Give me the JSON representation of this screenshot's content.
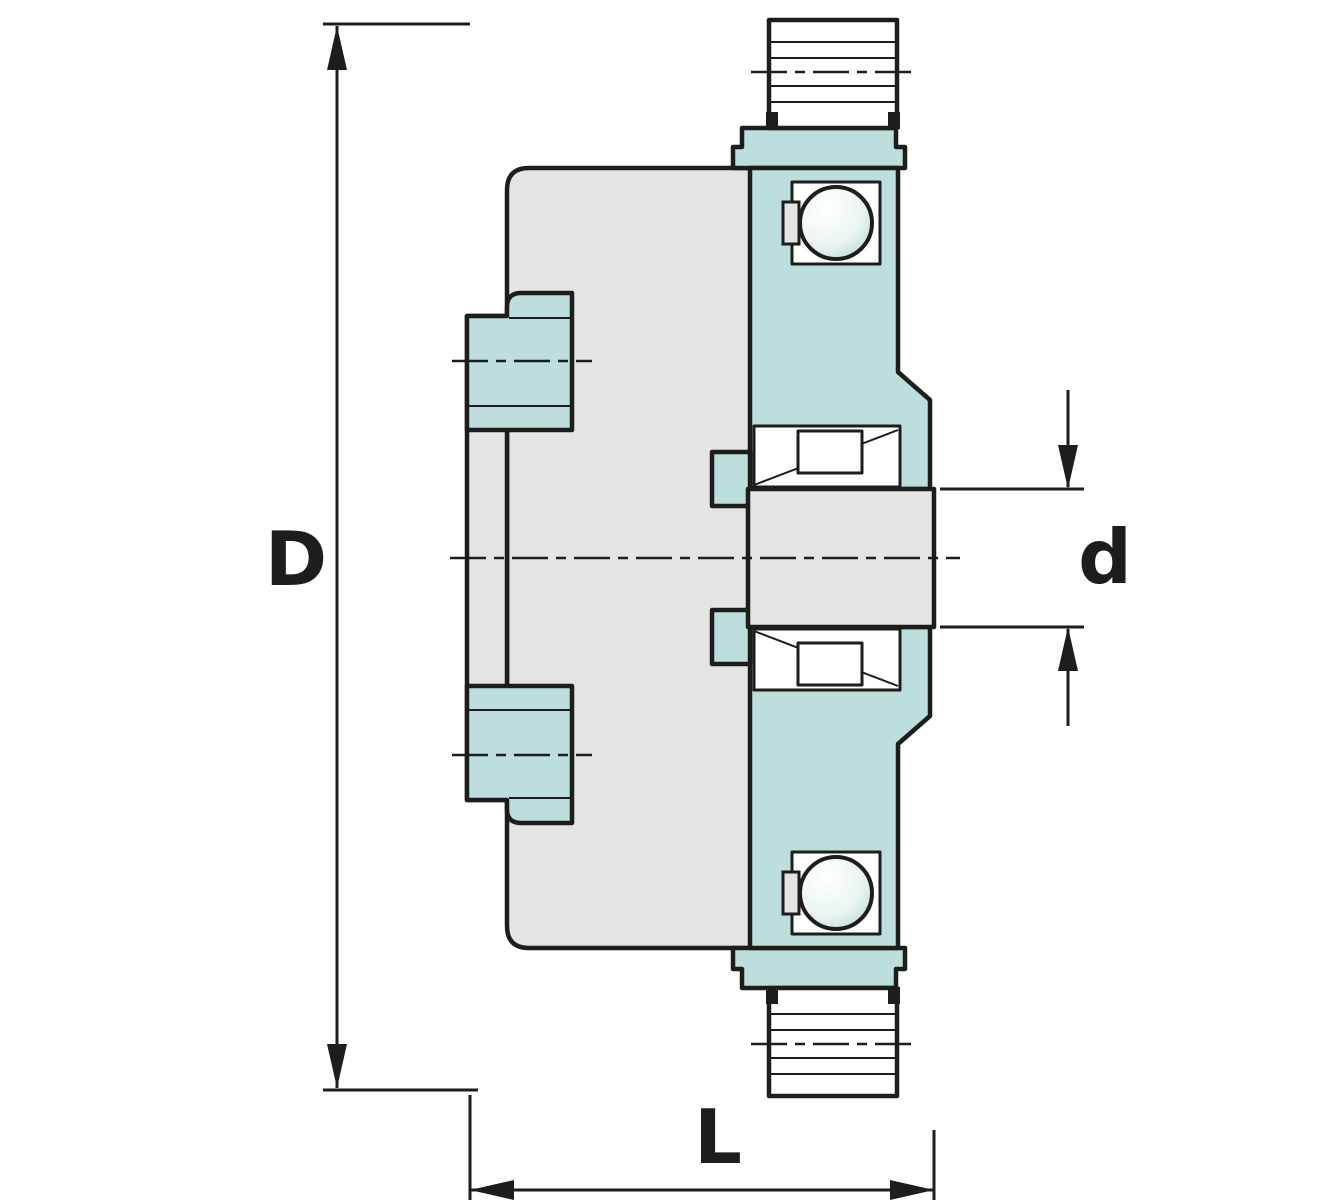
{
  "diagram": {
    "dimension_labels": {
      "outer": "D",
      "bore": "d",
      "length": "L"
    }
  },
  "colors": {
    "bg": "#ffffff",
    "line": "#1d1d1b",
    "gray": "#e4e4e4",
    "teal": "#bcdedd",
    "teal-dark": "#a5cfcd",
    "ball": "#e9f4f3"
  }
}
